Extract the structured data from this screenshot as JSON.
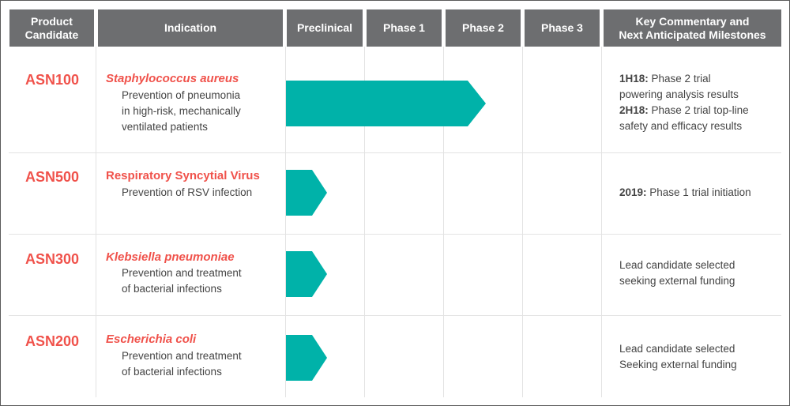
{
  "header": {
    "product_candidate": [
      "Product",
      "Candidate"
    ],
    "indication": "Indication",
    "preclinical": "Preclinical",
    "phase1": "Phase 1",
    "phase2": "Phase 2",
    "phase3": "Phase 3",
    "commentary": [
      "Key Commentary and",
      "Next Anticipated Milestones"
    ]
  },
  "colors": {
    "header_bg": "#6d6e70",
    "accent_red": "#f0524b",
    "progress_teal": "#00b2a9",
    "grid_line": "#e3e3e3",
    "text": "#444444"
  },
  "rows": [
    {
      "candidate": "ASN100",
      "indication_title": "Staphylococcus aureus",
      "indication_italic": true,
      "indication_desc": [
        "Prevention of pneumonia",
        "in high-risk, mechanically",
        "ventilated patients"
      ],
      "progress_phase_reached": 2,
      "progress_fraction_of_phase": 0.5,
      "commentary": [
        {
          "bold": "1H18:",
          "text": " Phase 2 trial"
        },
        {
          "bold": "",
          "text": "powering analysis results"
        },
        {
          "bold": "2H18:",
          "text": " Phase 2 trial top-line"
        },
        {
          "bold": "",
          "text": "safety and efficacy results"
        }
      ]
    },
    {
      "candidate": "ASN500",
      "indication_title": "Respiratory Syncytial Virus",
      "indication_italic": false,
      "indication_desc": [
        "Prevention of RSV infection"
      ],
      "progress_phase_reached": 0,
      "progress_fraction_of_phase": 0.5,
      "commentary": [
        {
          "bold": "2019:",
          "text": " Phase 1 trial initiation"
        }
      ]
    },
    {
      "candidate": "ASN300",
      "indication_title": "Klebsiella pneumoniae",
      "indication_italic": true,
      "indication_desc": [
        "Prevention and treatment",
        "of bacterial infections"
      ],
      "progress_phase_reached": 0,
      "progress_fraction_of_phase": 0.5,
      "commentary": [
        {
          "bold": "",
          "text": "Lead candidate selected"
        },
        {
          "bold": "",
          "text": "seeking external funding"
        }
      ]
    },
    {
      "candidate": "ASN200",
      "indication_title": "Escherichia coli",
      "indication_italic": true,
      "indication_desc": [
        "Prevention and treatment",
        "of bacterial infections"
      ],
      "progress_phase_reached": 0,
      "progress_fraction_of_phase": 0.5,
      "commentary": [
        {
          "bold": "",
          "text": "Lead candidate selected"
        },
        {
          "bold": "",
          "text": "Seeking external funding"
        }
      ]
    }
  ]
}
